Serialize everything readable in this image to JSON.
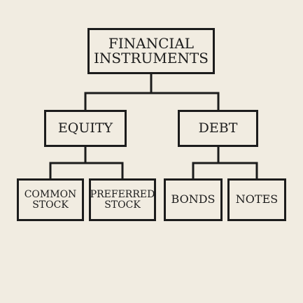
{
  "diagram": {
    "root": {
      "label": "FINANCIAL\nINSTRUMENTS"
    },
    "branches": [
      {
        "label": "EQUITY",
        "children": [
          {
            "label": "COMMON\nSTOCK"
          },
          {
            "label": "PREFERRED\nSTOCK"
          }
        ]
      },
      {
        "label": "DEBT",
        "children": [
          {
            "label": "BONDS"
          },
          {
            "label": "NOTES"
          }
        ]
      }
    ],
    "colors": {
      "background": "#f1ece1",
      "ink": "#1c1c1c"
    }
  }
}
